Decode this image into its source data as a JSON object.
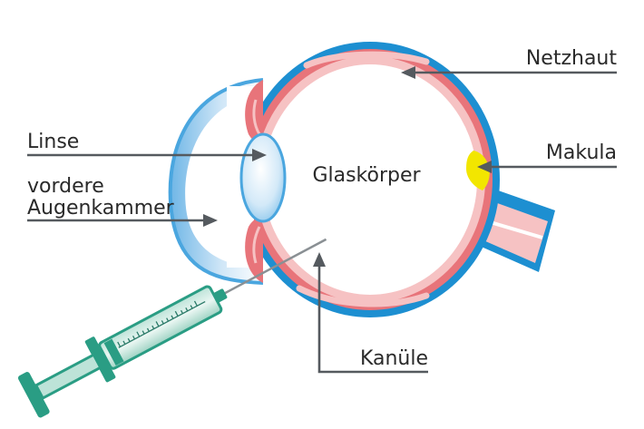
{
  "labels": {
    "netzhaut": "Netzhaut",
    "linse": "Linse",
    "makula": "Makula",
    "glaskoerper": "Glaskörper",
    "vordere_line1": "vordere",
    "vordere_line2": "Augenkammer",
    "kanuele": "Kanüle"
  },
  "colors": {
    "sclera_blue": "#1d8fd1",
    "retina_red": "#e8747a",
    "retina_pink": "#f6c2c3",
    "macula_yellow": "#f2e600",
    "syringe_green": "#2a9d84",
    "leader_gray": "#555a5f"
  }
}
